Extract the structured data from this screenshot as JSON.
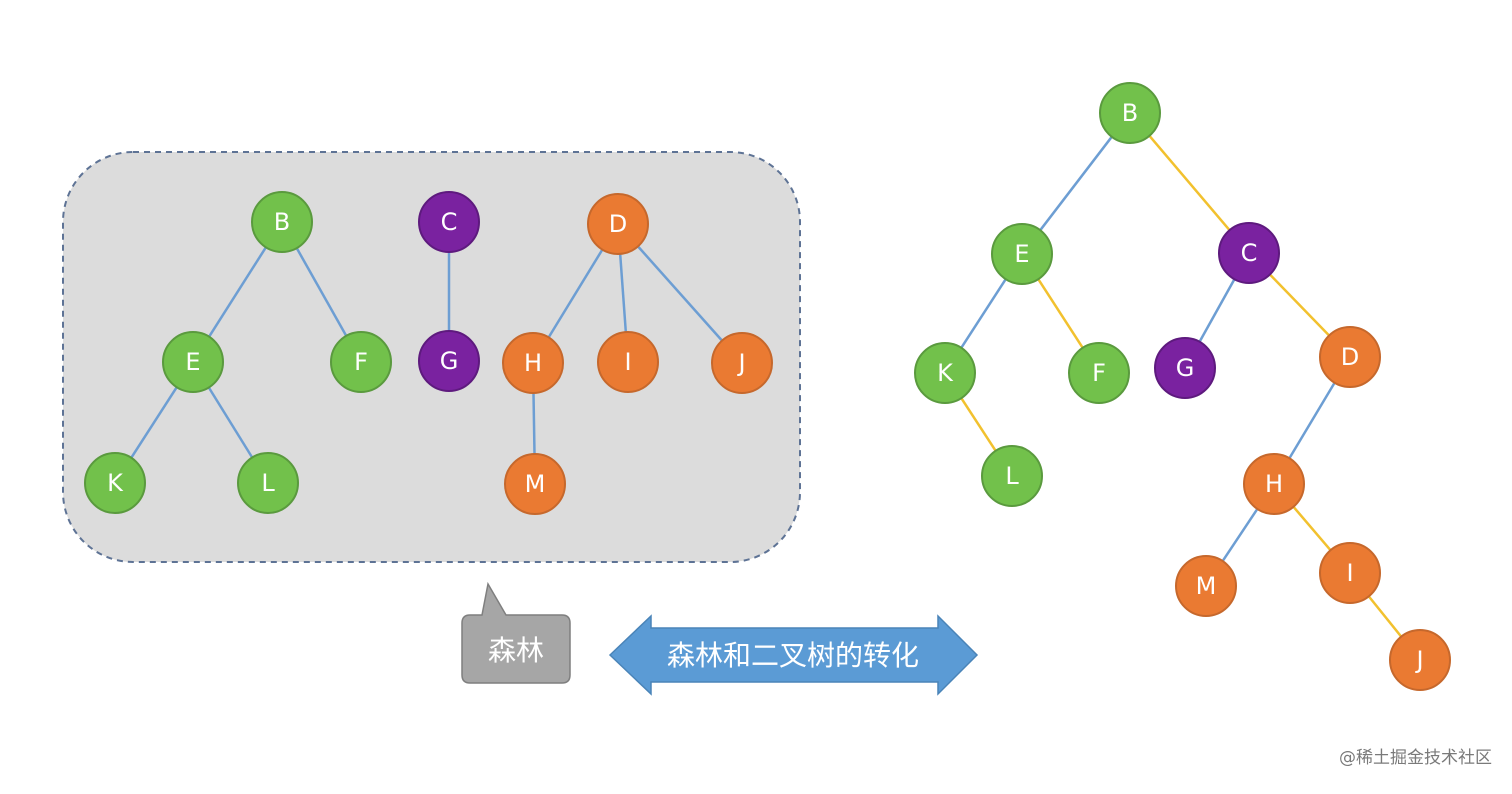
{
  "colors": {
    "green": "#72c14b",
    "green_stroke": "#5a9a3e",
    "purple": "#7a22a0",
    "purple_stroke": "#5e1a7e",
    "orange": "#ea7a32",
    "orange_stroke": "#c6682c",
    "edge_blue": "#6d9ed3",
    "edge_yellow": "#f2c12e",
    "panel_fill": "#dcdcdc",
    "panel_border": "#5e7395",
    "callout_fill": "#a6a6a6",
    "arrow_fill": "#5b9bd5"
  },
  "forest": {
    "nodes": [
      {
        "id": "f-B",
        "label": "B",
        "color": "green"
      },
      {
        "id": "f-E",
        "label": "E",
        "color": "green"
      },
      {
        "id": "f-F",
        "label": "F",
        "color": "green"
      },
      {
        "id": "f-K",
        "label": "K",
        "color": "green"
      },
      {
        "id": "f-L",
        "label": "L",
        "color": "green"
      },
      {
        "id": "f-C",
        "label": "C",
        "color": "purple"
      },
      {
        "id": "f-G",
        "label": "G",
        "color": "purple"
      },
      {
        "id": "f-D",
        "label": "D",
        "color": "orange"
      },
      {
        "id": "f-H",
        "label": "H",
        "color": "orange"
      },
      {
        "id": "f-I",
        "label": "I",
        "color": "orange"
      },
      {
        "id": "f-J",
        "label": "J",
        "color": "orange"
      },
      {
        "id": "f-M",
        "label": "M",
        "color": "orange"
      }
    ],
    "edges": [
      {
        "from": "f-B",
        "to": "f-E",
        "color": "edge_blue"
      },
      {
        "from": "f-B",
        "to": "f-F",
        "color": "edge_blue"
      },
      {
        "from": "f-E",
        "to": "f-K",
        "color": "edge_blue"
      },
      {
        "from": "f-E",
        "to": "f-L",
        "color": "edge_blue"
      },
      {
        "from": "f-C",
        "to": "f-G",
        "color": "edge_blue"
      },
      {
        "from": "f-D",
        "to": "f-H",
        "color": "edge_blue"
      },
      {
        "from": "f-D",
        "to": "f-I",
        "color": "edge_blue"
      },
      {
        "from": "f-D",
        "to": "f-J",
        "color": "edge_blue"
      },
      {
        "from": "f-H",
        "to": "f-M",
        "color": "edge_blue"
      }
    ]
  },
  "binary_tree": {
    "nodes": [
      {
        "id": "b-B",
        "label": "B",
        "color": "green"
      },
      {
        "id": "b-E",
        "label": "E",
        "color": "green"
      },
      {
        "id": "b-C",
        "label": "C",
        "color": "purple"
      },
      {
        "id": "b-K",
        "label": "K",
        "color": "green"
      },
      {
        "id": "b-F",
        "label": "F",
        "color": "green"
      },
      {
        "id": "b-G",
        "label": "G",
        "color": "purple"
      },
      {
        "id": "b-D",
        "label": "D",
        "color": "orange"
      },
      {
        "id": "b-L",
        "label": "L",
        "color": "green"
      },
      {
        "id": "b-H",
        "label": "H",
        "color": "orange"
      },
      {
        "id": "b-M",
        "label": "M",
        "color": "orange"
      },
      {
        "id": "b-I",
        "label": "I",
        "color": "orange"
      },
      {
        "id": "b-J",
        "label": "J",
        "color": "orange"
      }
    ],
    "edges": [
      {
        "from": "b-B",
        "to": "b-E",
        "color": "edge_blue"
      },
      {
        "from": "b-B",
        "to": "b-C",
        "color": "edge_yellow"
      },
      {
        "from": "b-E",
        "to": "b-K",
        "color": "edge_blue"
      },
      {
        "from": "b-E",
        "to": "b-F",
        "color": "edge_yellow"
      },
      {
        "from": "b-K",
        "to": "b-L",
        "color": "edge_yellow"
      },
      {
        "from": "b-C",
        "to": "b-G",
        "color": "edge_blue"
      },
      {
        "from": "b-C",
        "to": "b-D",
        "color": "edge_yellow"
      },
      {
        "from": "b-D",
        "to": "b-H",
        "color": "edge_blue"
      },
      {
        "from": "b-H",
        "to": "b-M",
        "color": "edge_blue"
      },
      {
        "from": "b-H",
        "to": "b-I",
        "color": "edge_yellow"
      },
      {
        "from": "b-I",
        "to": "b-J",
        "color": "edge_yellow"
      }
    ]
  },
  "callout": {
    "label": "森林"
  },
  "arrow": {
    "label": "森林和二叉树的转化"
  },
  "watermark": "@稀土掘金技术社区"
}
